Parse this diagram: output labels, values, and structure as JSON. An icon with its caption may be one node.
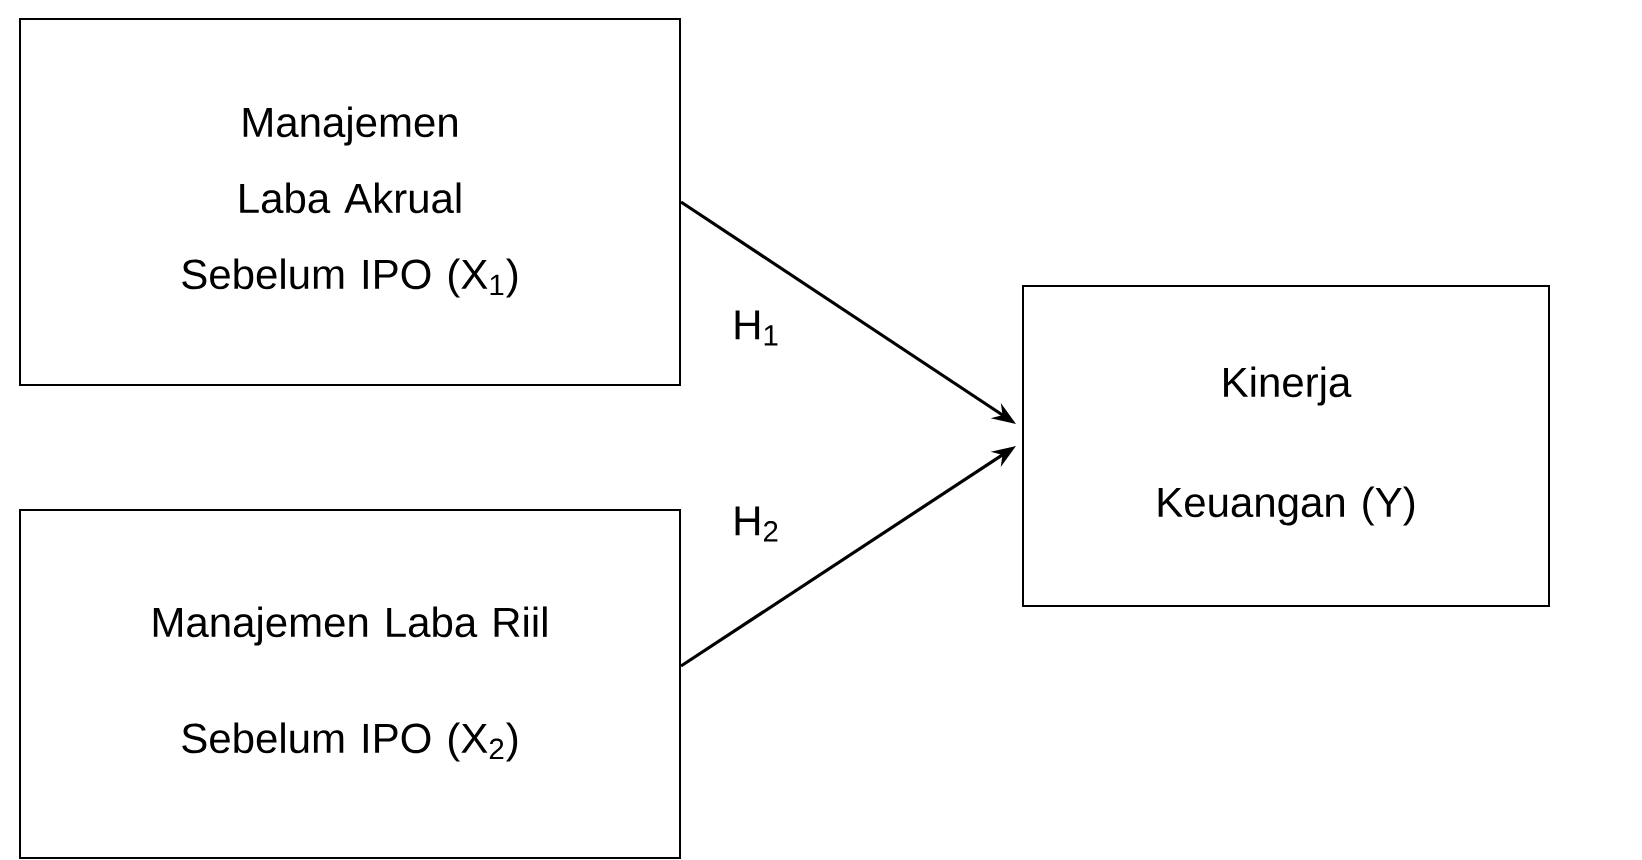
{
  "diagram": {
    "nodes": [
      {
        "text": [
          "Manajemen Laba Akrual Sebelum IPO (X$_{1}$)"
        ]
      },
      {
        "text": [
          "Manajemen Laba Riil Sebelum IPO (X$_{2}$)"
        ]
      },
      {
        "text": [
          "Kinerja Keuangan (Y)"
        ]
      }
    ],
    "edges": [
      {
        "from": 0,
        "to": 2,
        "arrow": "to",
        "label": "H$_{1}$"
      },
      {
        "from": 1,
        "to": 2,
        "arrow": "to",
        "label": "H$_{2}$"
      }
    ]
  }
}
